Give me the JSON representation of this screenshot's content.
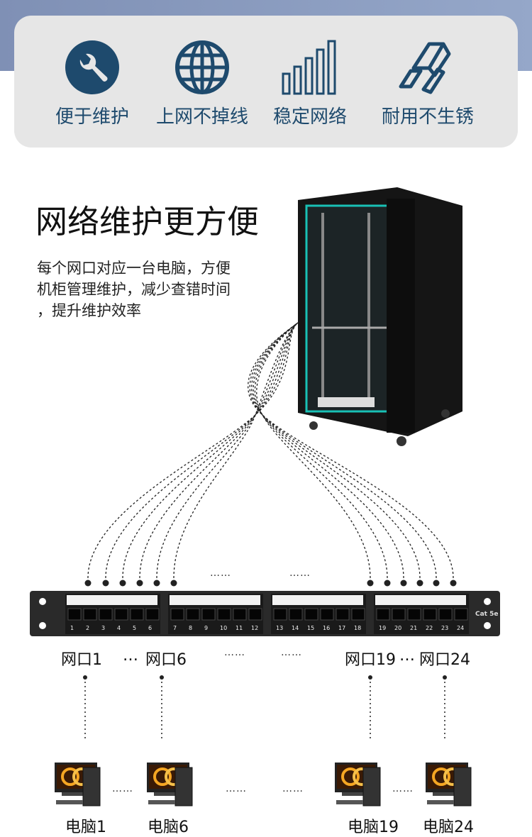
{
  "features": [
    {
      "icon": "wrench-icon",
      "label": "便于维护"
    },
    {
      "icon": "globe-icon",
      "label": "上网不掉线"
    },
    {
      "icon": "signal-bars-icon",
      "label": "稳定网络"
    },
    {
      "icon": "metal-bars-icon",
      "label": "耐用不生锈"
    }
  ],
  "heading": "网络维护更方便",
  "description": [
    "每个网口对应一台电脑，方便",
    "机柜管理维护，减少查错时间",
    "，提升维护效率"
  ],
  "ellipsis": "……",
  "short_ellipsis": "…",
  "panel": {
    "brand_label": "Cat 5e",
    "port_numbers": [
      "1",
      "2",
      "3",
      "4",
      "5",
      "6",
      "7",
      "8",
      "9",
      "10",
      "11",
      "12",
      "13",
      "14",
      "15",
      "16",
      "17",
      "18",
      "19",
      "20",
      "21",
      "22",
      "23",
      "24"
    ]
  },
  "port_labels": [
    "网口1",
    "网口6",
    "网口19",
    "网口24"
  ],
  "computer_labels": [
    "电脑1",
    "电脑6",
    "电脑19",
    "电脑24"
  ]
}
